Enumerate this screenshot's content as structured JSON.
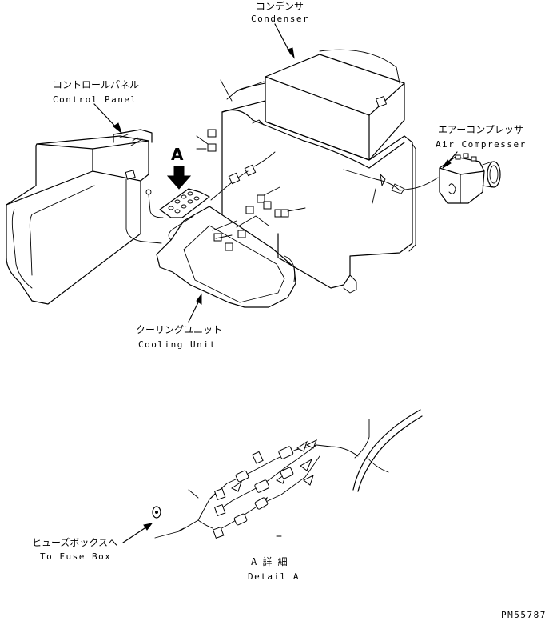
{
  "labels": {
    "condenser_jp": "コンデンサ",
    "condenser_en": "Condenser",
    "control_panel_jp": "コントロールパネル",
    "control_panel_en": "Control Panel",
    "air_compressor_jp": "エアーコンプレッサ",
    "air_compressor_en": "Air Compresser",
    "cooling_unit_jp": "クーリングユニット",
    "cooling_unit_en": "Cooling Unit",
    "view_marker": "A",
    "fuse_box_jp": "ヒューズボックスへ",
    "fuse_box_en": "To Fuse Box",
    "detail_jp": "A 詳 細",
    "detail_en": "Detail A",
    "drawing_number": "PM55787"
  }
}
